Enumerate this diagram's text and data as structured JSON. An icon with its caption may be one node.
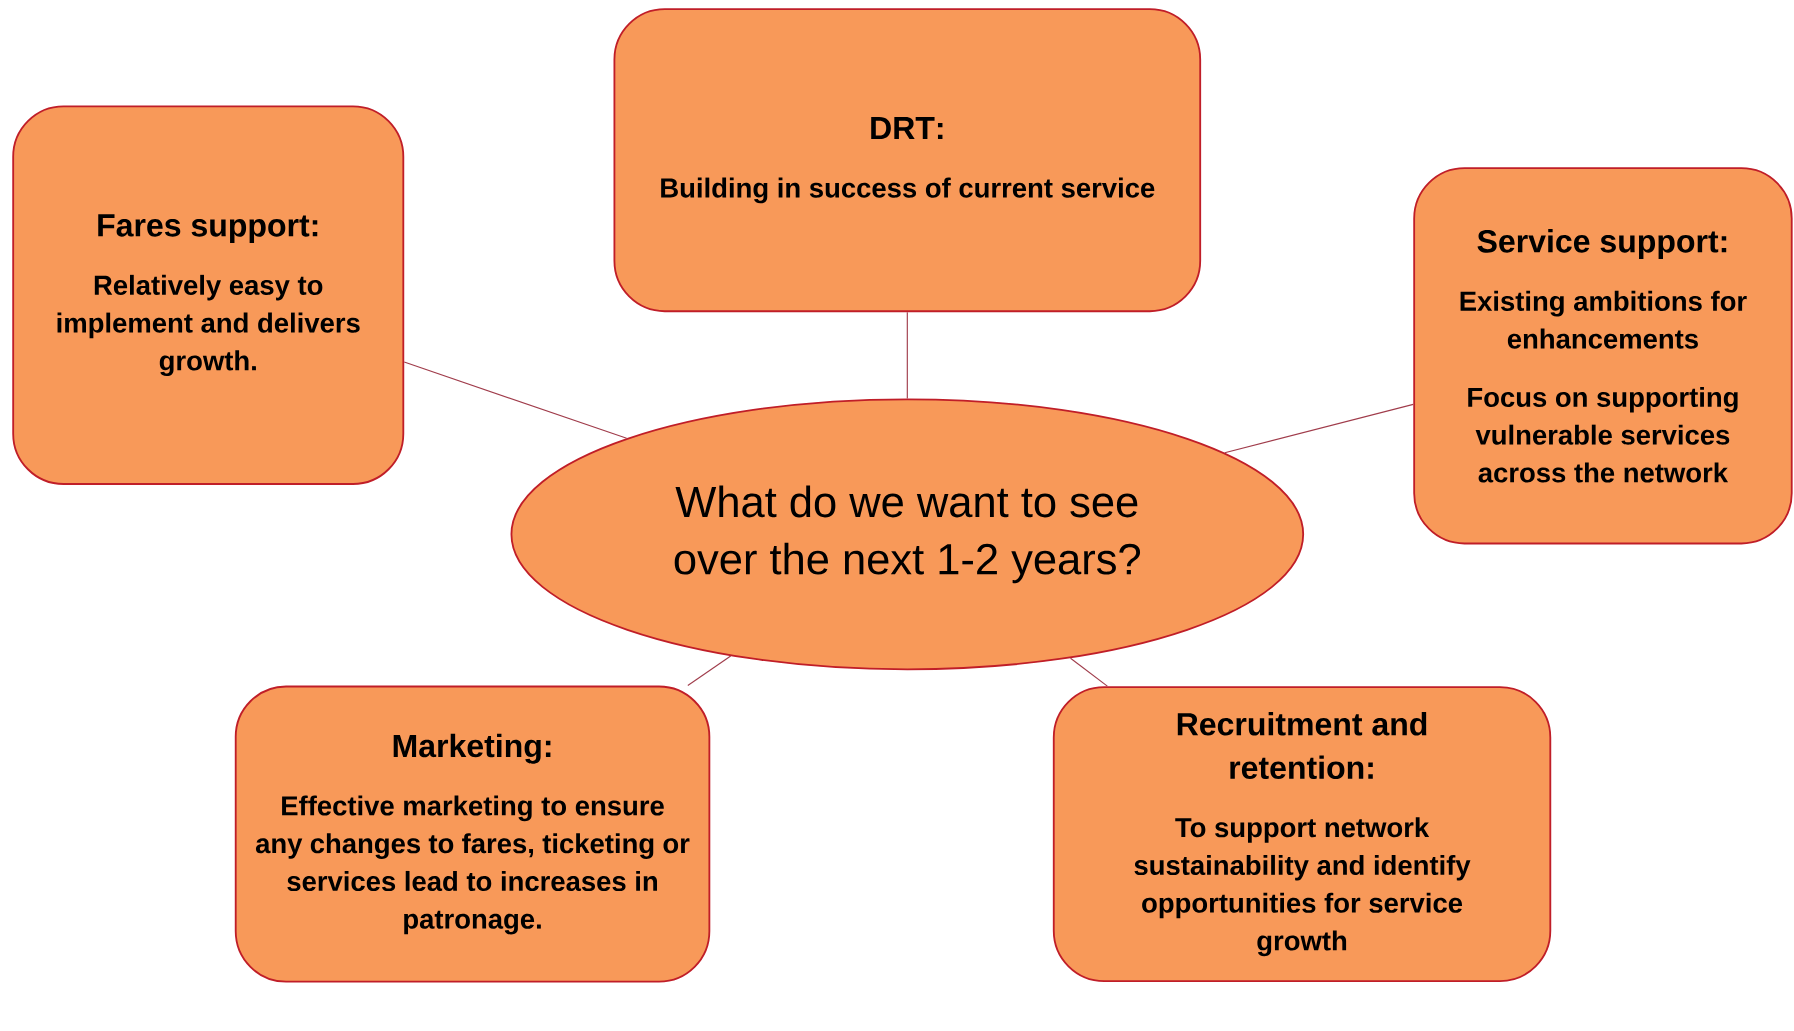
{
  "diagram": {
    "nodes": [
      {
        "text": [
          "Fares support:",
          "Relatively easy to implement and delivers growth."
        ]
      },
      {
        "text": [
          "**DRT**:",
          "Building in success of current service"
        ]
      },
      {
        "text": [
          "Service support:",
          "Existing ambitions for enhancements",
          "Focus on supporting vulnerable services across the network"
        ]
      },
      {
        "text": [
          "What do we want to see over the next 1-2 years?"
        ]
      },
      {
        "text": [
          "Marketing:",
          "Effective marketing to ensure any changes to fares, ticketing or services lead to increases in patronage."
        ]
      },
      {
        "text": [
          "Recruitment and retention:",
          "To support network sustainability and identify opportunities for service growth"
        ]
      }
    ],
    "edges": [
      {
        "from": 3,
        "to": 0,
        "arrow": "none"
      },
      {
        "from": 3,
        "to": 1,
        "arrow": "none"
      },
      {
        "from": 3,
        "to": 2,
        "arrow": "none"
      },
      {
        "from": 3,
        "to": 4,
        "arrow": "none"
      },
      {
        "from": 3,
        "to": 5,
        "arrow": "none"
      }
    ]
  }
}
